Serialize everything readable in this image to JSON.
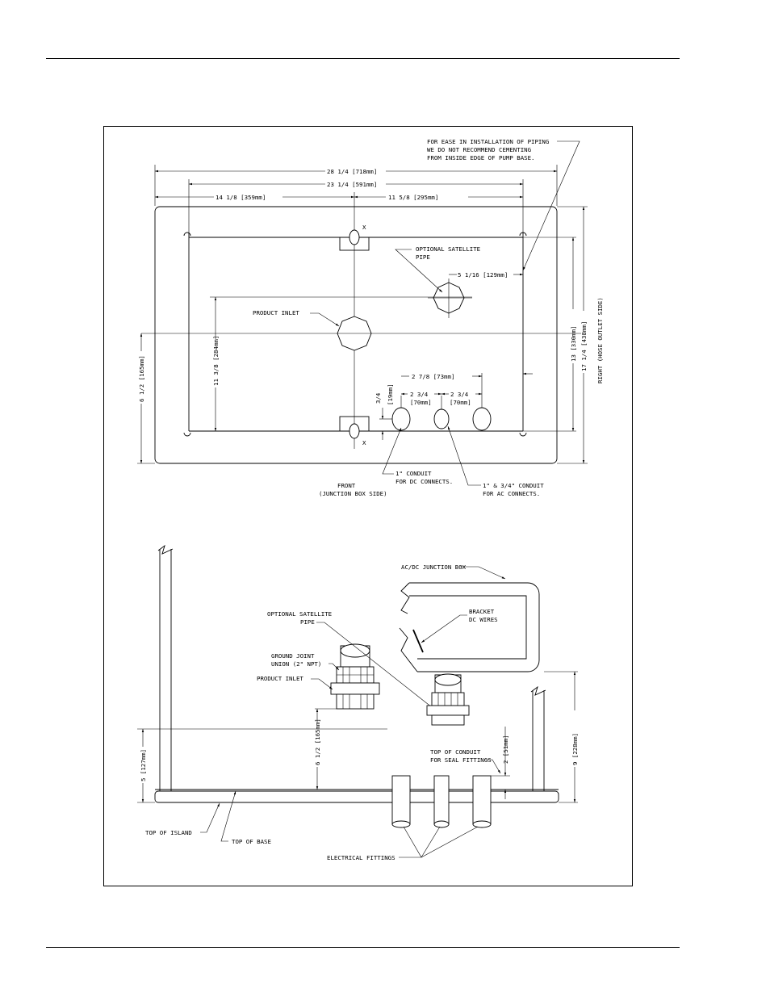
{
  "page": {
    "note": [
      "FOR EASE IN INSTALLATION OF PIPING",
      "WE DO NOT RECOMMEND CEMENTING",
      "FROM INSIDE EDGE OF PUMP BASE."
    ]
  },
  "top_view": {
    "dim_overall": "28 1/4 [718mm]",
    "dim_bolt": "23 1/4 [591mm]",
    "dim_left": "14 1/8 [359mm]",
    "dim_right": "11 5/8 [295mm]",
    "dim_sat": "5 1/16 [129mm]",
    "dim_13": "13 [330mm]",
    "dim_17": "17 1/4 [438mm]",
    "dim_11": "11 3/8 [284mm]",
    "dim_6": "6 1/2 [165mm]",
    "dim_34": "3/4",
    "dim_34mm": "[19mm]",
    "dim_278": "2 7/8 [73mm]",
    "dim_234a": "2 3/4",
    "dim_234a_mm": "[70mm]",
    "dim_234b": "2 3/4",
    "dim_234b_mm": "[70mm]",
    "mark_x": "X",
    "right_side": "RIGHT (HOSE OUTLET SIDE)",
    "optional_satellite": [
      "OPTIONAL SATELLITE",
      "PIPE"
    ],
    "product_inlet": "PRODUCT INLET",
    "front": [
      "FRONT",
      "(JUNCTION BOX SIDE)"
    ],
    "dc_conduit": [
      "1\" CONDUIT",
      "FOR DC CONNECTS."
    ],
    "ac_conduit": [
      "1\" & 3/4\" CONDUIT",
      "FOR AC CONNECTS."
    ]
  },
  "side_view": {
    "junction_box": "AC/DC JUNCTION BOX",
    "bracket": [
      "BRACKET",
      "DC WIRES"
    ],
    "optional_satellite": [
      "OPTIONAL SATELLITE",
      "PIPE"
    ],
    "ground_joint": [
      "GROUND JOINT",
      "UNION (2\" NPT)"
    ],
    "product_inlet": "PRODUCT INLET",
    "dim_5": "5 [127mm]",
    "dim_65": "6 1/2 [165mm]",
    "dim_9": "9 [228mm]",
    "dim_2": "2 [51mm]",
    "top_conduit": [
      "TOP OF CONDUIT",
      "FOR SEAL FITTINGS"
    ],
    "top_island": "TOP OF ISLAND",
    "top_base": "TOP OF BASE",
    "electrical_fittings": "ELECTRICAL FITTINGS"
  }
}
